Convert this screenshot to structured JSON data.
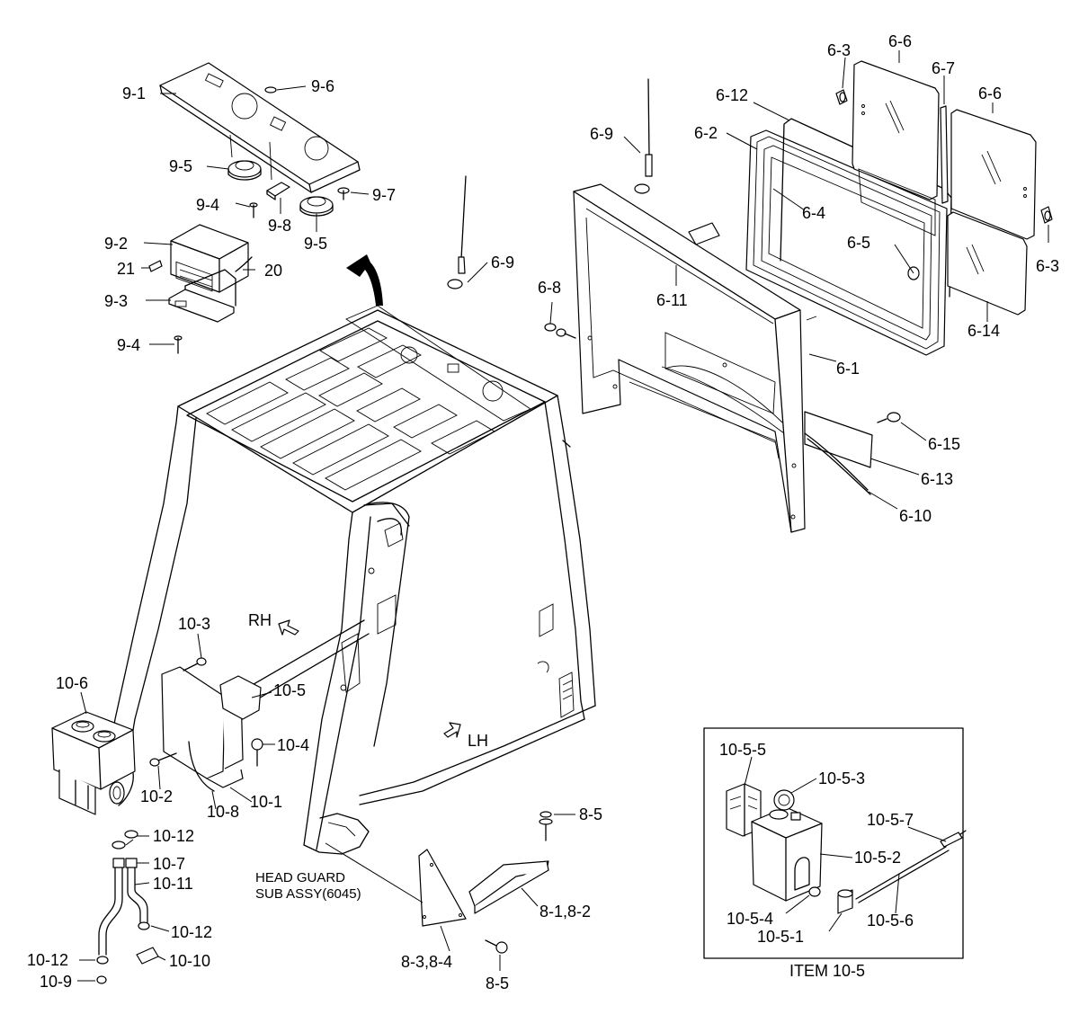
{
  "labels": {
    "p9_1": "9-1",
    "p9_6": "9-6",
    "p9_5a": "9-5",
    "p9_5b": "9-5",
    "p9_4a": "9-4",
    "p9_4b": "9-4",
    "p9_8": "9-8",
    "p9_7": "9-7",
    "p9_2": "9-2",
    "p21": "21",
    "p20": "20",
    "p9_3": "9-3",
    "p6_9a": "6-9",
    "p6_9b": "6-9",
    "p6_3a": "6-3",
    "p6_3b": "6-3",
    "p6_6a": "6-6",
    "p6_6b": "6-6",
    "p6_7": "6-7",
    "p6_12": "6-12",
    "p6_2": "6-2",
    "p6_4": "6-4",
    "p6_5": "6-5",
    "p6_8": "6-8",
    "p6_11": "6-11",
    "p6_14": "6-14",
    "p6_1": "6-1",
    "p6_15": "6-15",
    "p6_13": "6-13",
    "p6_10": "6-10",
    "p10_3": "10-3",
    "p10_6": "10-6",
    "p10_5": "10-5",
    "p10_4": "10-4",
    "p10_2": "10-2",
    "p10_8": "10-8",
    "p10_1": "10-1",
    "p10_12a": "10-12",
    "p10_12b": "10-12",
    "p10_12c": "10-12",
    "p10_7": "10-7",
    "p10_11": "10-11",
    "p10_10": "10-10",
    "p10_9": "10-9",
    "p8_5a": "8-5",
    "p8_5b": "8-5",
    "p8_12": "8-1,8-2",
    "p8_34": "8-3,8-4",
    "p10_5_5": "10-5-5",
    "p10_5_3": "10-5-3",
    "p10_5_7": "10-5-7",
    "p10_5_2": "10-5-2",
    "p10_5_4": "10-5-4",
    "p10_5_1": "10-5-1",
    "p10_5_6": "10-5-6"
  },
  "directions": {
    "rh": "RH",
    "lh": "LH"
  },
  "head_guard": {
    "line1": "HEAD GUARD",
    "line2": "SUB ASSY(6045)"
  },
  "inset": {
    "caption": "ITEM 10-5"
  }
}
